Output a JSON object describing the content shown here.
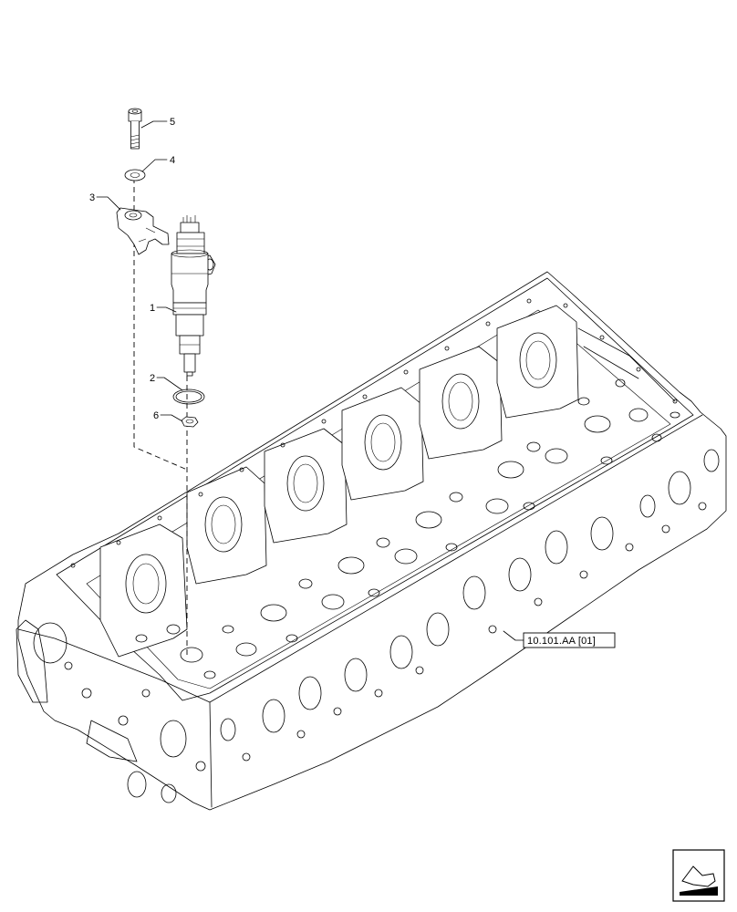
{
  "callouts": [
    {
      "id": "1",
      "label": "1"
    },
    {
      "id": "2",
      "label": "2"
    },
    {
      "id": "3",
      "label": "3"
    },
    {
      "id": "4",
      "label": "4"
    },
    {
      "id": "5",
      "label": "5"
    },
    {
      "id": "6",
      "label": "6"
    }
  ],
  "reference": {
    "label": "10.101.AA [01]"
  },
  "nav_icon": "next-page-arrow-icon"
}
